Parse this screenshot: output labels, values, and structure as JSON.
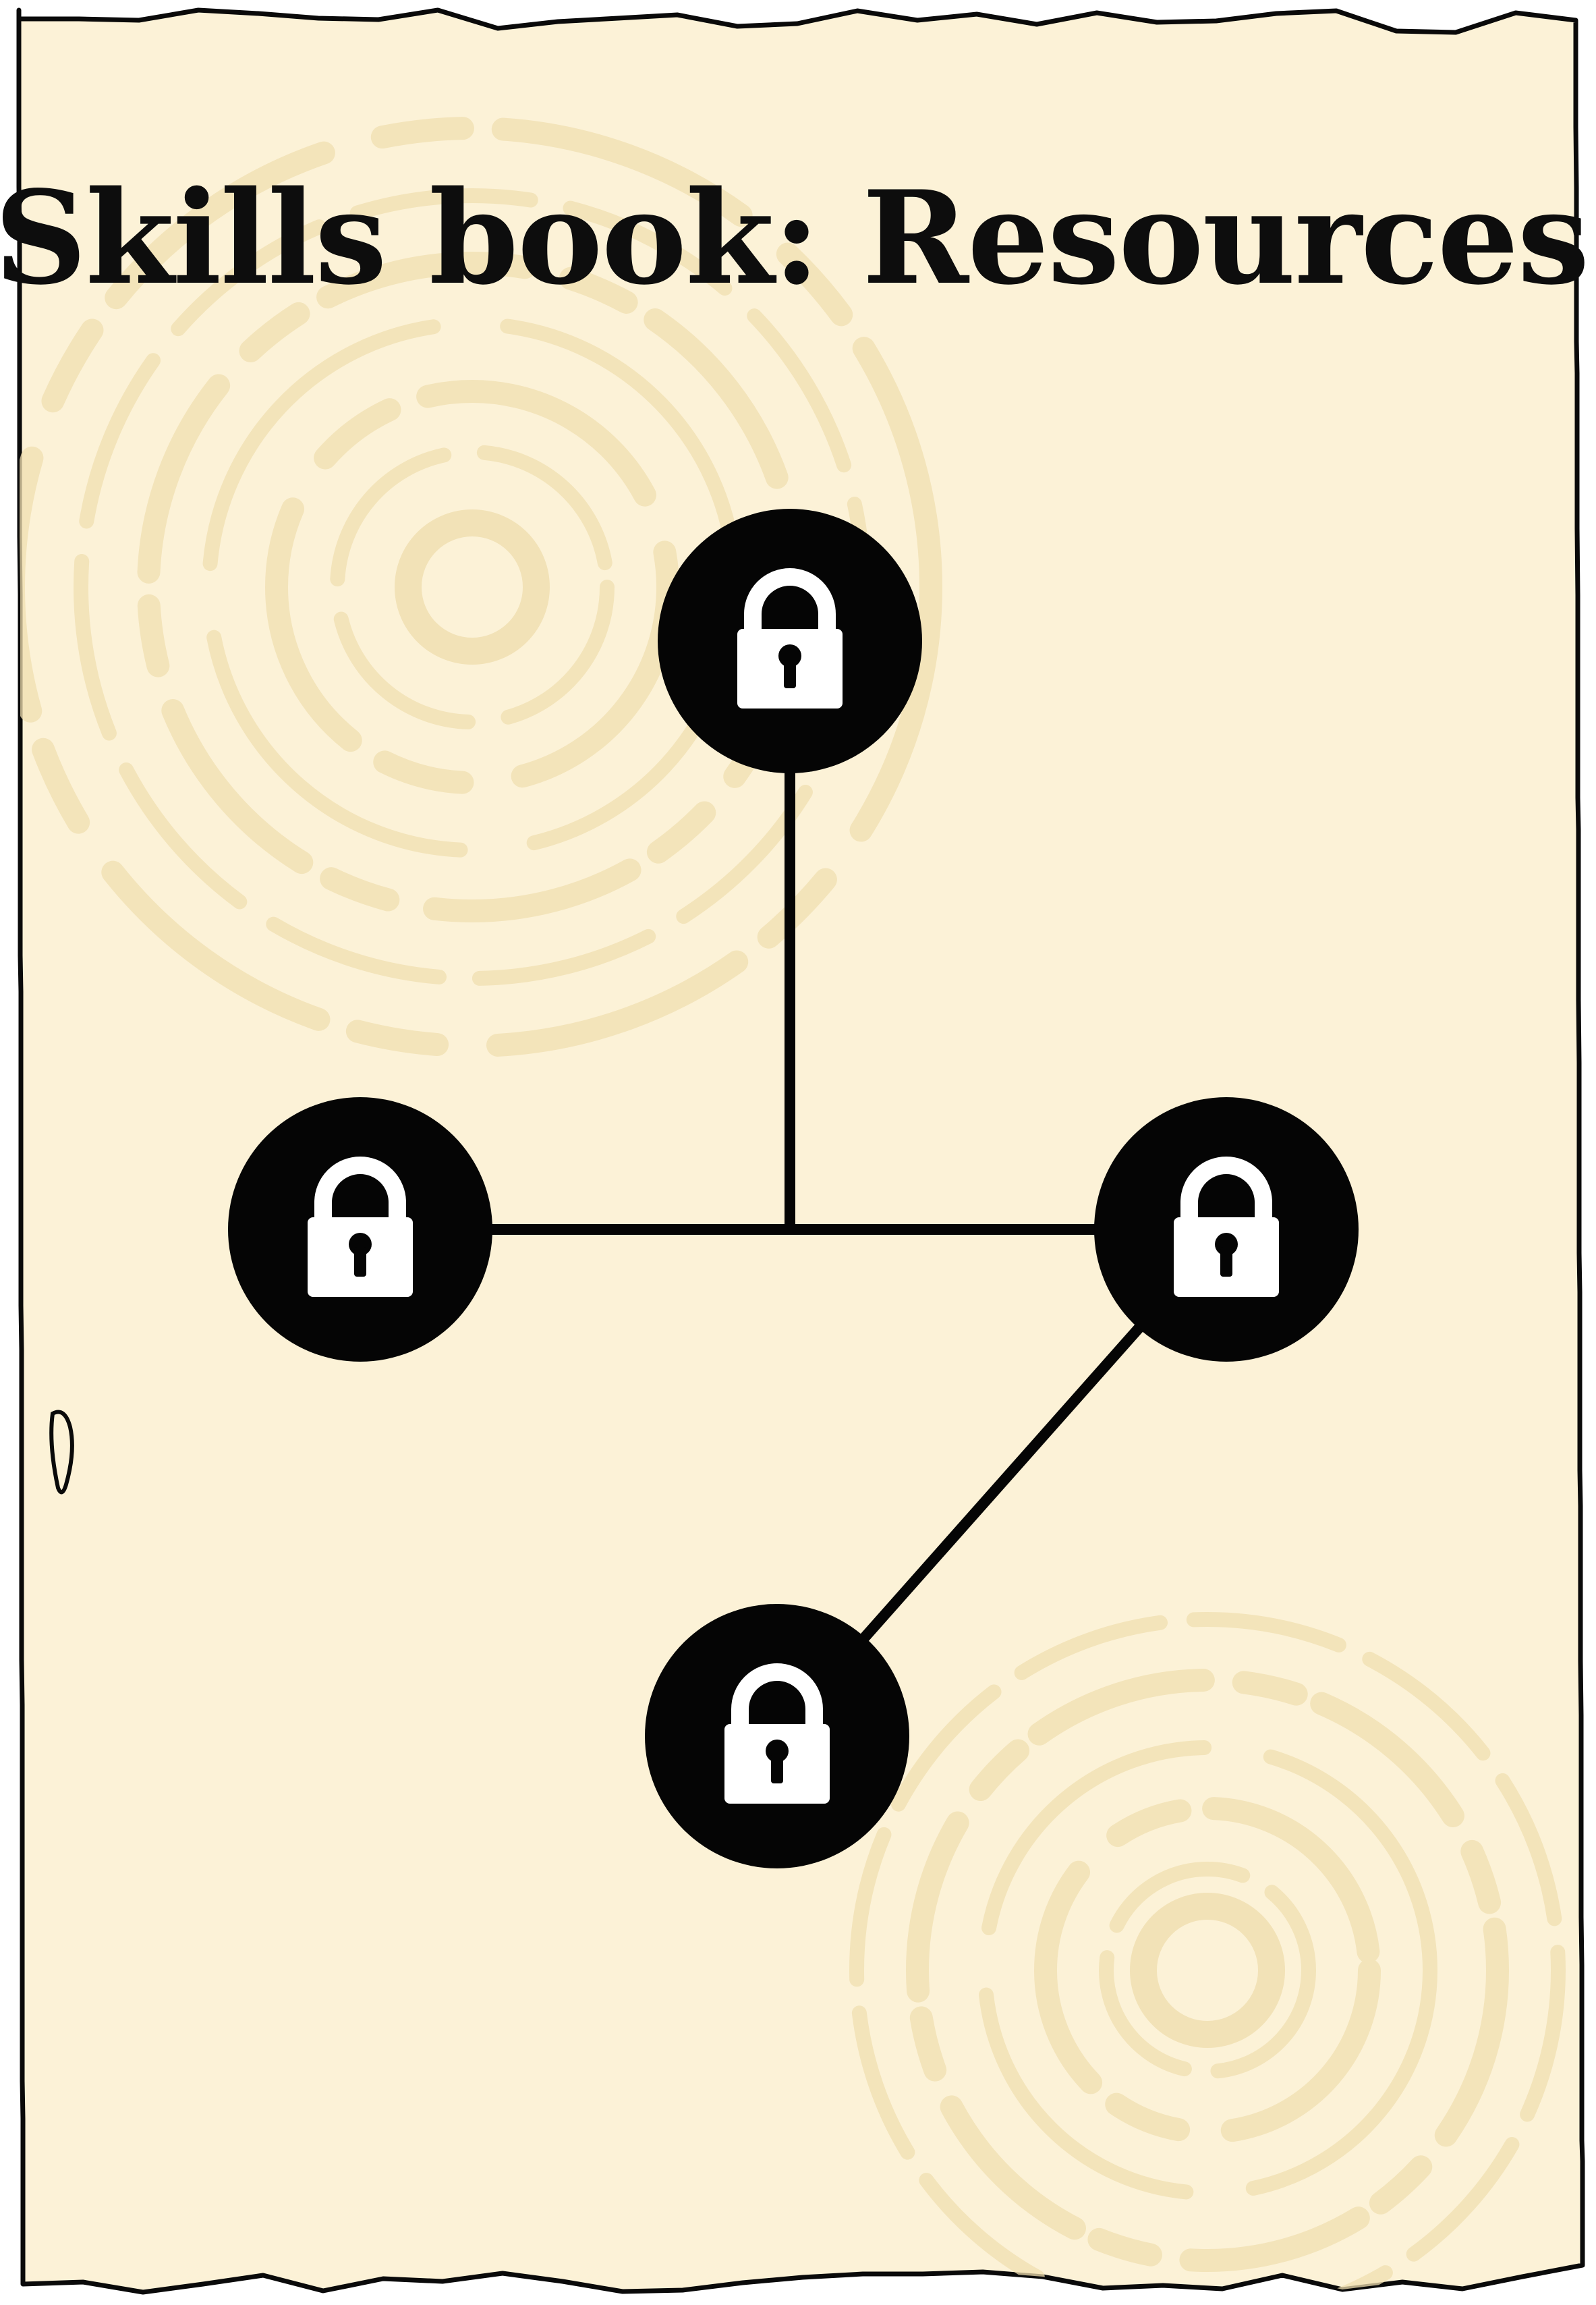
{
  "title": "Skills book: Resources",
  "colors": {
    "parchment": "#fcf2d7",
    "watermark": "#f0dfb0",
    "ink": "#050505",
    "lock": "#ffffff"
  },
  "skill_tree": {
    "nodes": [
      {
        "id": "top",
        "state": "locked",
        "icon": "padlock-icon"
      },
      {
        "id": "left",
        "state": "locked",
        "icon": "padlock-icon"
      },
      {
        "id": "right",
        "state": "locked",
        "icon": "padlock-icon"
      },
      {
        "id": "bottom",
        "state": "locked",
        "icon": "padlock-icon"
      }
    ],
    "connections": [
      [
        "top",
        "junction"
      ],
      [
        "left",
        "right"
      ],
      [
        "right",
        "bottom"
      ]
    ]
  }
}
